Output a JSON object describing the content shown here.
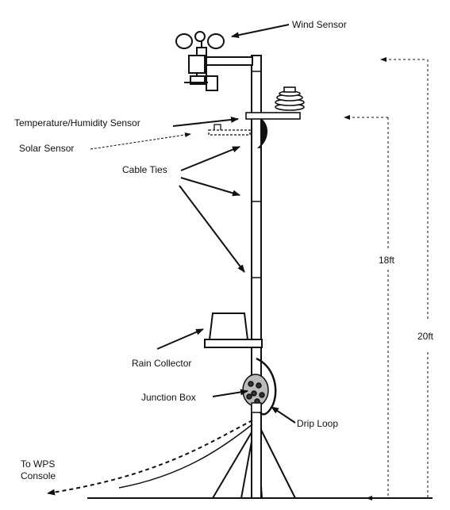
{
  "labels": {
    "wind_sensor": "Wind Sensor",
    "temp_humidity_sensor": "Temperature/Humidity Sensor",
    "solar_sensor": "Solar Sensor",
    "cable_ties": "Cable Ties",
    "rain_collector": "Rain Collector",
    "junction_box": "Junction Box",
    "drip_loop": "Drip Loop",
    "to_wps_line1": "To WPS",
    "to_wps_line2": "Console"
  },
  "dimensions": {
    "height_18": "18ft",
    "height_20": "20ft"
  },
  "colors": {
    "ink": "#111111",
    "background": "#ffffff"
  }
}
